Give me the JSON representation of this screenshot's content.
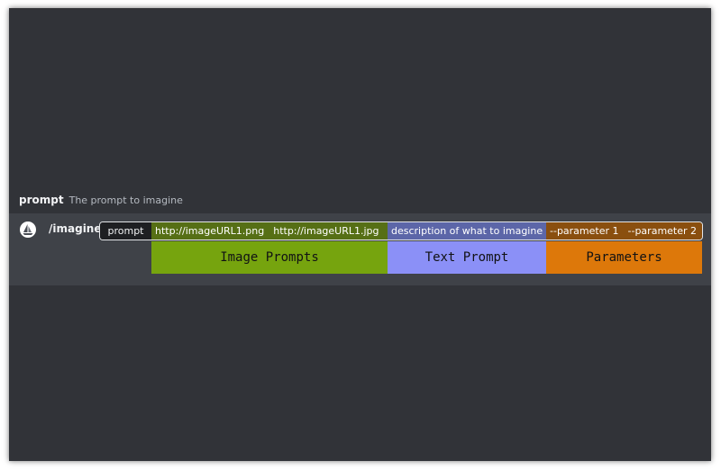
{
  "option_hint": {
    "name": "prompt",
    "description": "The prompt to imagine"
  },
  "command": {
    "name": "/imagine",
    "option_chip": "prompt",
    "image_urls": [
      "http://imageURL1.png",
      "http://imageURL1.jpg"
    ],
    "text_prompt": "description of what to imagine",
    "parameters": [
      "--parameter 1",
      "--parameter 2"
    ]
  },
  "legend": {
    "image_prompts": "Image Prompts",
    "text_prompt": "Text Prompt",
    "parameters": "Parameters"
  },
  "colors": {
    "background": "#313338",
    "input_area": "#3f4248",
    "image_prompts": "#76a40e",
    "text_prompt": "#8b90f7",
    "parameters": "#dd780a"
  },
  "icons": {
    "bot_avatar": "sailboat-icon"
  }
}
